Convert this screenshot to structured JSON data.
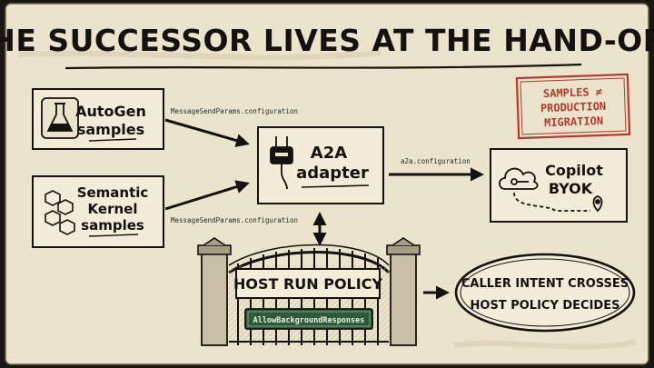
{
  "title": "THE SUCCESSOR LIVES AT THE HAND-OFF",
  "stamp": {
    "line1": "SAMPLES ≠",
    "line2": "PRODUCTION",
    "line3": "MIGRATION"
  },
  "nodes": {
    "autogen": {
      "line1": "AutoGen",
      "line2": "samples",
      "icon": "flask-icon"
    },
    "semantic_kernel": {
      "line1": "Semantic",
      "line2": "Kernel",
      "line3": "samples",
      "icon": "hexagon-molecule-icon"
    },
    "adapter": {
      "line1": "A2A",
      "line2": "adapter",
      "icon": "plug-icon"
    },
    "copilot": {
      "line1": "Copilot",
      "line2": "BYOK",
      "icon": "cloud-key-icon"
    }
  },
  "edges": {
    "autogen_to_adapter": "MessageSendParams.configuration",
    "sk_to_adapter": "MessageSendParams.configuration",
    "adapter_to_copilot": "a2a.configuration"
  },
  "gate": {
    "sign": "HOST RUN POLICY",
    "plaque": "AllowBackgroundResponses"
  },
  "outcome": {
    "line1": "CALLER INTENT CROSSES",
    "line2": "HOST POLICY DECIDES"
  },
  "colors": {
    "paper": "#ece3cc",
    "ink": "#141210",
    "stamp": "#b03a2e",
    "plaque": "#2f5a3a",
    "plaque_text": "#e9f2e6"
  }
}
